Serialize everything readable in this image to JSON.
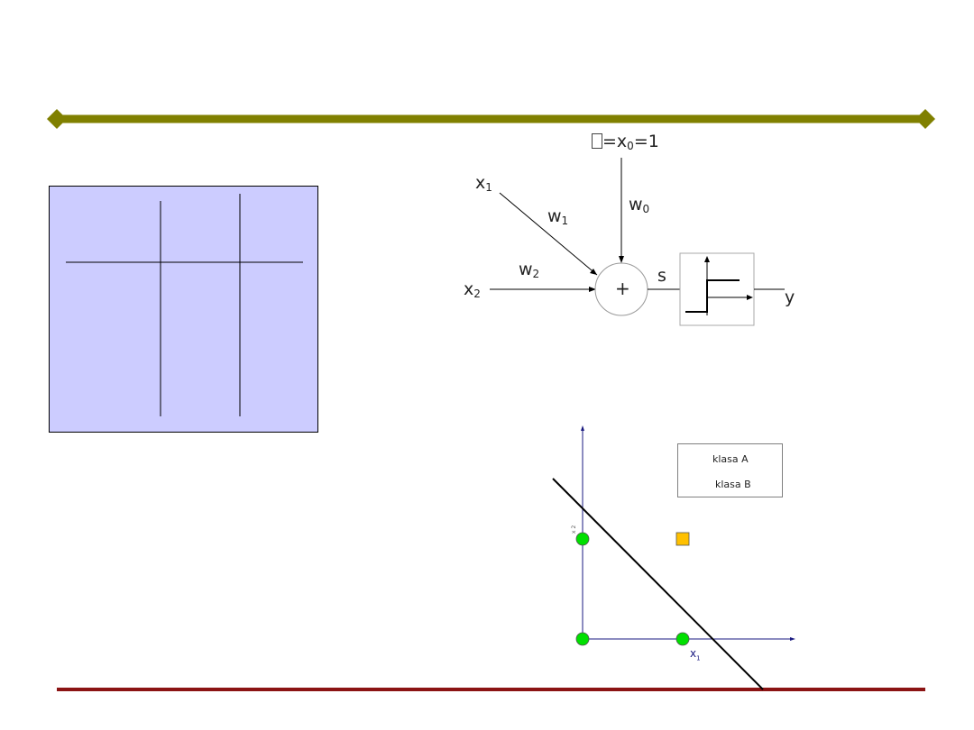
{
  "colors": {
    "title_rule": "#808000",
    "bottom_rule": "#8b1414",
    "table_fill": "#ccccff",
    "class_a": "#ffc000",
    "class_b": "#00e000",
    "axis": "#1a1a80",
    "neuron_line": "#000000"
  },
  "neuron": {
    "x1": "x",
    "x1_sub": "1",
    "x2": "x",
    "x2_sub": "2",
    "w1": "w",
    "w1_sub": "1",
    "w2": "w",
    "w2_sub": "2",
    "w0": "w",
    "w0_sub": "0",
    "bias_glyph": "",
    "bias_eq": "=x",
    "bias_sub": "0",
    "bias_val": "=1",
    "sum_symbol": "+",
    "s_label": "s",
    "y_label": "y"
  },
  "plot": {
    "legend": [
      {
        "label": "klasa A",
        "marker": "square",
        "color": "#ffc000"
      },
      {
        "label": "klasa B",
        "marker": "circle",
        "color": "#00e000"
      }
    ],
    "xlabel": "x",
    "xlabel_sub": "1",
    "ylabel": "x 2",
    "points": [
      {
        "x": 0,
        "y": 0,
        "class": "klasa B"
      },
      {
        "x": 1,
        "y": 0,
        "class": "klasa B"
      },
      {
        "x": 0,
        "y": 1,
        "class": "klasa B"
      },
      {
        "x": 1,
        "y": 1,
        "class": "klasa A"
      }
    ]
  }
}
